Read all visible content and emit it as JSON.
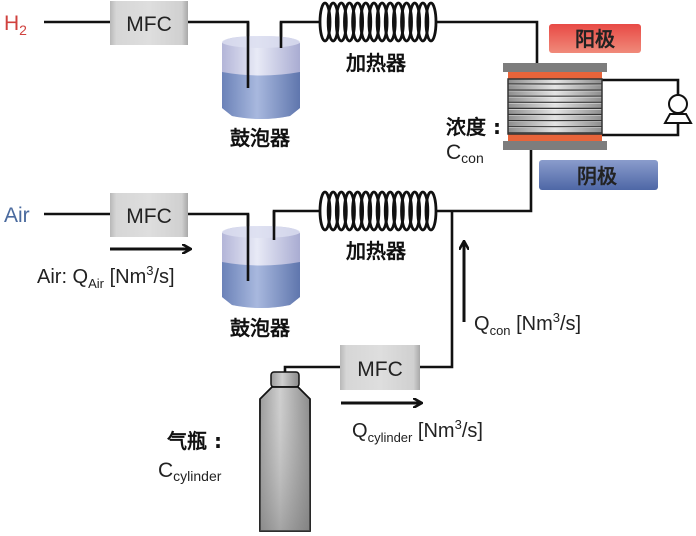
{
  "inputs": {
    "h2": {
      "label": "H",
      "sub": "2",
      "color": "#d0413e"
    },
    "air": {
      "label": "Air",
      "color": "#4a6a9e"
    }
  },
  "mfc": {
    "h2_label": "MFC",
    "air_label": "MFC",
    "cylinder_label": "MFC"
  },
  "bubblers": {
    "top_label": "鼓泡器",
    "bottom_label": "鼓泡器"
  },
  "heaters": {
    "top_label": "加热器",
    "bottom_label": "加热器"
  },
  "cell": {
    "anode_label": "阳极",
    "anode_color": "#e8504a",
    "cathode_label": "阴极",
    "cathode_color": "#5a74b0",
    "concentration_label": "浓度 :",
    "concentration_symbol": "C",
    "concentration_sub": "con"
  },
  "flows": {
    "air_prefix": "Air: Q",
    "air_sub": "Air",
    "air_unit": "[Nm",
    "air_unit_sup": "3",
    "air_unit_end": "/s]",
    "con_symbol": "Q",
    "con_sub": "con",
    "con_unit": "[Nm",
    "con_unit_sup": "3",
    "con_unit_end": "/s]",
    "cyl_symbol": "Q",
    "cyl_sub": "cylinder",
    "cyl_unit": "[Nm",
    "cyl_unit_sup": "3",
    "cyl_unit_end": "/s]"
  },
  "cylinder": {
    "label": "气瓶 :",
    "symbol": "C",
    "sub": "cylinder"
  }
}
